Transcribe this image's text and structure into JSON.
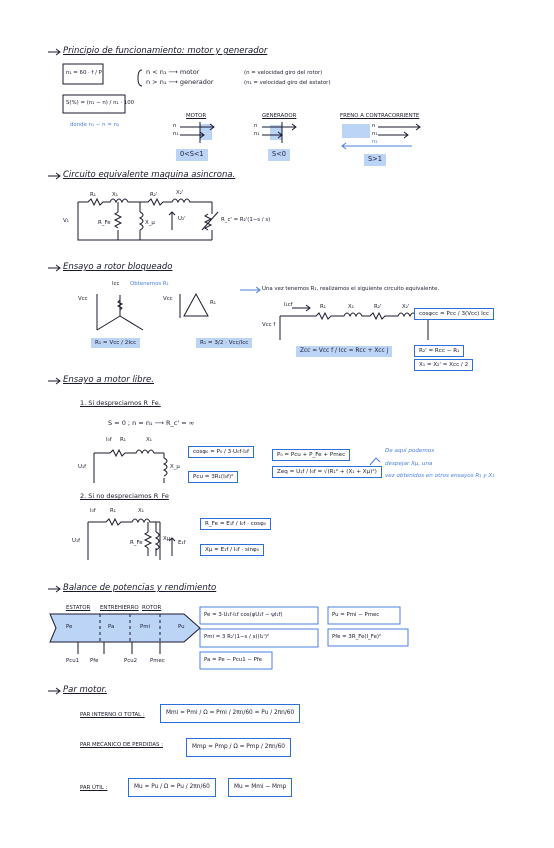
{
  "sections": {
    "s1": "Principio de funcionamiento: motor y generador",
    "s2": "Circuito equivalente maquina asincrona.",
    "s3": "Ensayo a rotor bloqueado",
    "s4": "Ensayo a motor libre.",
    "s5": "Balance de potencias y rendimiento",
    "s6": "Par motor."
  },
  "principio": {
    "ns_formula": "n₁ = 60 · f / P",
    "cond_motor": "n < n₁ ⟶ motor",
    "cond_gen": "n > n₁ ⟶ generador",
    "note_n": "(n = velocidad giro del rotor)",
    "note_n1": "(n₁ = velocidad giro del estator)",
    "slip": "S(%) = (n₁ − n) / n₁ · 100",
    "donde": "donde  n₁ − n = n₂",
    "motor_label": "MOTOR",
    "gen_label": "GENERADOR",
    "freno_label": "FRENO A CONTRACORRIENTE",
    "motor_s": "0<S<1",
    "gen_s": "S<0",
    "freno_s": "S>1",
    "n_label": "n",
    "n1_label": "n₁",
    "n2_label": "n₂"
  },
  "circuito": {
    "v1": "V₁",
    "r1": "R₁",
    "x1": "X₁",
    "r2": "R₂'",
    "x2": "X₂'",
    "rfe": "R_Fe",
    "xu": "X_μ",
    "u2": "U₂'",
    "rc": "R_c' = R₂'(1−s / s)"
  },
  "bloqueado": {
    "icc": "Icc",
    "obtenemos": "Obtenemos R₁",
    "vcc1": "Vcc",
    "vcc2": "Vcc",
    "r1lbl": "R₁",
    "r1a": "R₁ = Vcc / 2Icc",
    "r1b": "R₁ = 3/2 · Vcc/Icc",
    "note": "Una vez tenemos R₁, realizamos el siguiente circuito equivalente.",
    "ic": "I₁cf",
    "r1c": "R₁",
    "x1c": "X₁",
    "r2c": "R₂'",
    "x2c": "X₂'",
    "vc": "Vcc f",
    "cos": "cosφcc = Pcc / 3(Vcc) Icc",
    "zcc": "Zcc = Vcc f / Icc = Rcc + Xcc j",
    "r2res": "R₂' = Rcc − R₁",
    "x1res": "X₁ = X₂' = Xcc / 2"
  },
  "libre": {
    "sub1": "1. Si despreciamos R_Fe.",
    "cond": "S ≃ 0 ; n ≃ n₁ ⟶ R_c' = ∞",
    "i0": "I₀f",
    "r1": "R₁",
    "x1": "X₁",
    "u1": "U₁f",
    "xu": "X_μ",
    "cos0": "cosφ₀ = P₀ / 3·U₀f·I₀f",
    "p0": "P₀ = Pcu + P_Fe + Pmec",
    "pcu": "Pcu = 3R₁(I₀f)²",
    "zeq": "Zeq = U₁f / I₀f = √(R₁² + (X₁ + Xμ)²)",
    "note1": "De aquí podemos",
    "note2": "despejar Xμ, una",
    "note3": "vez obtenidos en otros ensayos R₁ y X₁",
    "sub2": "2. Si no despreciamos R_Fe",
    "i0b": "I₀f",
    "r1b": "R₁",
    "x1b": "X₁",
    "u1b": "U₁f",
    "rfe": "R_Fe",
    "xub": "Xμ",
    "e1": "E₁f",
    "rfe_f": "R_Fe = E₁f / I₀f · cosφ₀",
    "xu_f": "Xμ = E₁f / I₀f · sinφ₀"
  },
  "balance": {
    "estator": "ESTATOR",
    "entrehierro": "ENTREHIERRO",
    "rotor": "ROTOR",
    "pe": "Pe",
    "pa": "Pa",
    "pmi": "Pmi",
    "pu": "Pu",
    "pcu1": "Pcu1",
    "pfe": "Pfe",
    "pcu2": "Pcu2",
    "pmec": "Pmec",
    "f_pe": "Pe = 3·U₁f·I₁f cos(ψU₁f − ψI₁f)",
    "f_pmi": "Pmi = 3 R₂'(1−s / s)(I₂')²",
    "f_pa": "Pa = Pe − Pcu1 − Pfe",
    "f_pu": "Pu = Pmi − Pmec",
    "f_pfe": "Pfe = 3R_Fe(I_Fe)²"
  },
  "par": {
    "item1": "PAR INTERNO O TOTAL :",
    "f1": "Mmi = Pmi / Ω = Pmi / 2πn/60 = Pu / 2πn/60",
    "item2": "PAR MECANICO DE PERDIDAS :",
    "f2": "Mmp = Pmp / Ω = Pmp / 2πn/60",
    "item3": "PAR ÚTIL :",
    "f3": "Mu = Pu / Ω = Pu / 2πn/60",
    "f4": "Mu = Mmi − Mmp"
  }
}
